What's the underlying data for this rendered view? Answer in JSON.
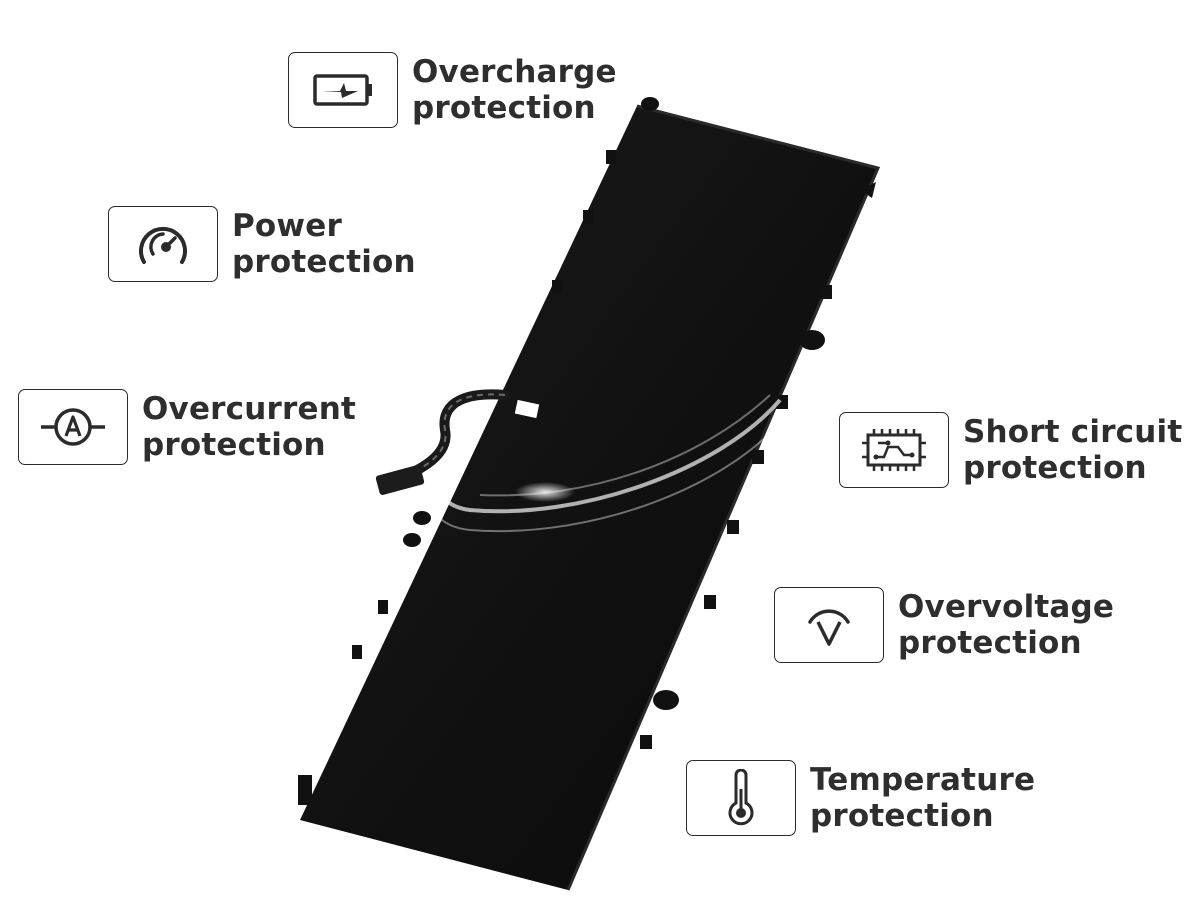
{
  "features": [
    {
      "id": "overcharge",
      "icon": "battery-charge-icon",
      "line1": "Overcharge",
      "line2": "protection"
    },
    {
      "id": "power",
      "icon": "gauge-icon",
      "line1": "Power",
      "line2": "protection"
    },
    {
      "id": "overcurrent",
      "icon": "ammeter-icon",
      "line1": "Overcurrent",
      "line2": "protection"
    },
    {
      "id": "short-circuit",
      "icon": "circuit-board-icon",
      "line1": "Short circuit",
      "line2": "protection"
    },
    {
      "id": "overvoltage",
      "icon": "voltmeter-icon",
      "line1": "Overvoltage",
      "line2": "protection"
    },
    {
      "id": "temperature",
      "icon": "thermometer-icon",
      "line1": "Temperature",
      "line2": "protection"
    }
  ],
  "colors": {
    "text": "#2e2e2e",
    "border": "#2b2b2b",
    "battery": "#141414"
  }
}
